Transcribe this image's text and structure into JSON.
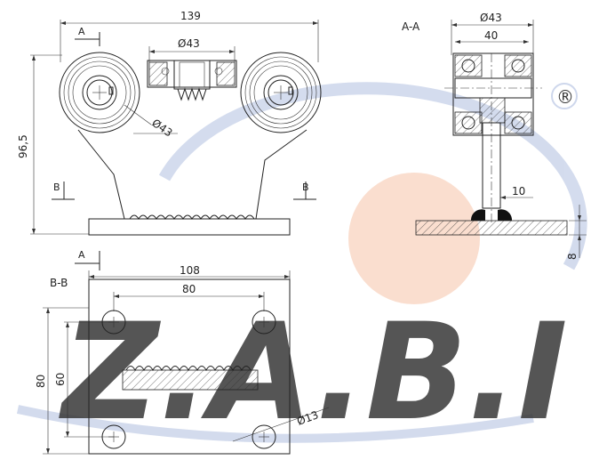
{
  "brand": {
    "logo_text": "Z.A.B.I",
    "registered_mark": "®",
    "colors": {
      "watermark_blue": "#c9d3ea",
      "watermark_orange": "#f6c3a6",
      "line": "#222222"
    }
  },
  "labels": {
    "section_aa": "A-A",
    "section_bb": "B-B",
    "cut_a": "A",
    "cut_b": "B"
  },
  "front_view": {
    "width": "139",
    "height": "96,5",
    "bearing_diameter": "Ø43",
    "wheel_diameter": "Ø43"
  },
  "section_view": {
    "outer_diameter": "Ø43",
    "width": "40",
    "stem": "10",
    "plate_thickness": "8"
  },
  "plate_view": {
    "width": "108",
    "hole_spacing_x": "80",
    "height": "80",
    "hole_spacing_y": "60",
    "hole_diameter": "Ø13"
  }
}
